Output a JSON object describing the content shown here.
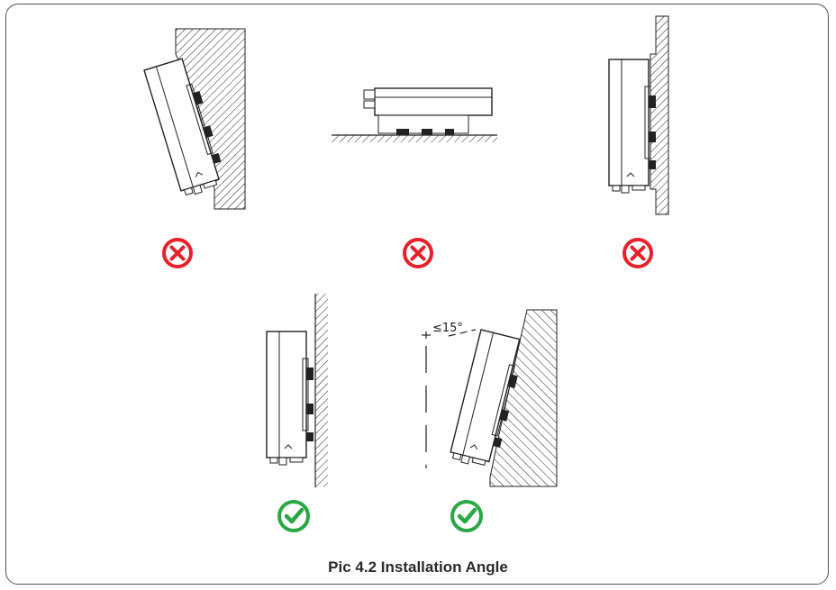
{
  "caption": "Pic 4.2 Installation Angle",
  "angle_label": "≤15°",
  "panels": [
    {
      "id": "tilted-forward",
      "status": "incorrect",
      "icon": "x-circle-icon"
    },
    {
      "id": "horizontal",
      "status": "incorrect",
      "icon": "x-circle-icon"
    },
    {
      "id": "vertical-recessed",
      "status": "incorrect",
      "icon": "x-circle-icon"
    },
    {
      "id": "vertical",
      "status": "correct",
      "icon": "check-circle-icon"
    },
    {
      "id": "tilted-back-max-15",
      "status": "correct",
      "icon": "check-circle-icon"
    }
  ],
  "colors": {
    "incorrect": "#e8202a",
    "correct": "#29a845",
    "line": "#222222"
  }
}
